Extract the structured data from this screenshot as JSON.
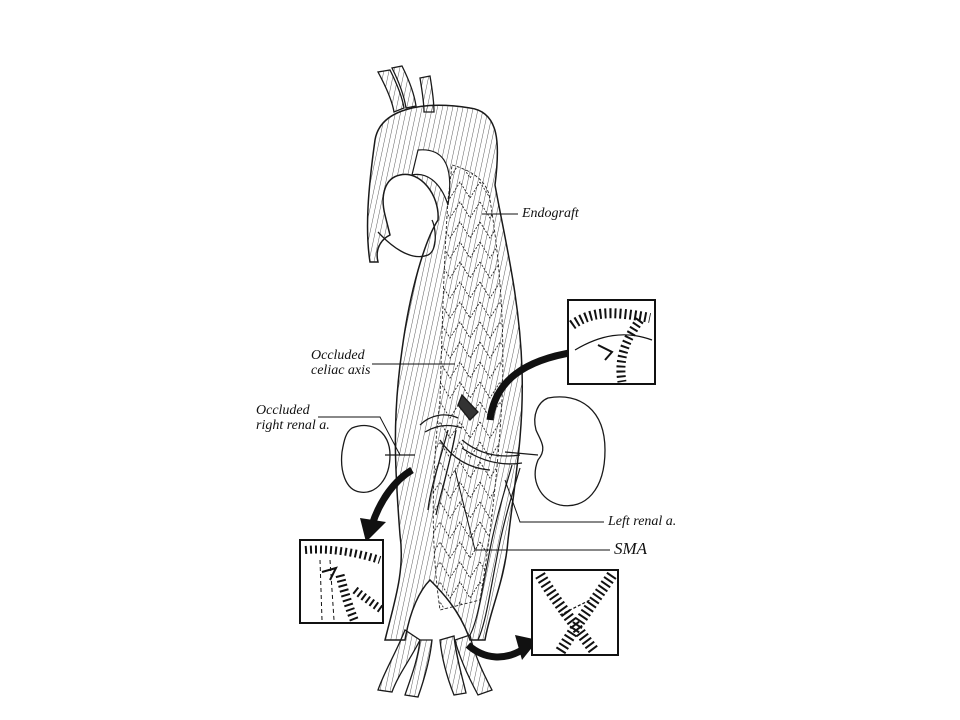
{
  "labels": {
    "endograft": "Endograft",
    "celiac_line1": "Occluded",
    "celiac_line2": "celiac axis",
    "renal_right_line1": "Occluded",
    "renal_right_line2": "right renal a.",
    "renal_left": "Left renal a.",
    "sma": "SMA"
  },
  "colors": {
    "ink": "#1a1a1a",
    "background": "#ffffff"
  }
}
